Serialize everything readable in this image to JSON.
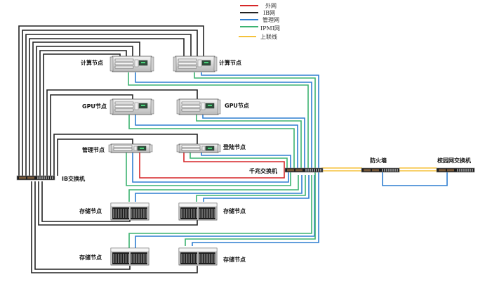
{
  "legend": {
    "items": [
      {
        "key": "external",
        "label": "外网",
        "color": "#d62728"
      },
      {
        "key": "ib",
        "label": "IB网",
        "color": "#222222"
      },
      {
        "key": "mgmt",
        "label": "管理网",
        "color": "#2f7fd1"
      },
      {
        "key": "ipmi",
        "label": "IPMI网",
        "color": "#3cb371"
      },
      {
        "key": "uplink",
        "label": "上联线",
        "color": "#f5c23c"
      }
    ]
  },
  "nodes": {
    "compute1": {
      "label": "计算节点",
      "type": "server-2u"
    },
    "compute2": {
      "label": "计算节点",
      "type": "server-2u"
    },
    "gpu1": {
      "label": "GPU节点",
      "type": "server-2u"
    },
    "gpu2": {
      "label": "GPU节点",
      "type": "server-2u"
    },
    "mgmt": {
      "label": "管理节点",
      "type": "server-1u"
    },
    "login": {
      "label": "登陆节点",
      "type": "server-1u"
    },
    "ib_switch": {
      "label": "IB交换机",
      "type": "switch"
    },
    "gigabit_switch": {
      "label": "千兆交换机",
      "type": "switch"
    },
    "firewall": {
      "label": "防火墙",
      "type": "switch"
    },
    "campus_switch": {
      "label": "校园网交换机",
      "type": "switch"
    },
    "storage1": {
      "label": "存储节点",
      "type": "storage"
    },
    "storage2": {
      "label": "存储节点",
      "type": "storage"
    },
    "storage3": {
      "label": "存储节点",
      "type": "storage"
    },
    "storage4": {
      "label": "存储节点",
      "type": "storage"
    }
  },
  "connections": [
    {
      "from": "compute1",
      "to": "ib_switch",
      "net": "ib",
      "count": 4
    },
    {
      "from": "compute2",
      "to": "ib_switch",
      "net": "ib",
      "count": 4
    },
    {
      "from": "gpu1",
      "to": "ib_switch",
      "net": "ib"
    },
    {
      "from": "gpu2",
      "to": "ib_switch",
      "net": "ib"
    },
    {
      "from": "mgmt",
      "to": "ib_switch",
      "net": "ib"
    },
    {
      "from": "login",
      "to": "ib_switch",
      "net": "ib"
    },
    {
      "from": "storage1",
      "to": "ib_switch",
      "net": "ib"
    },
    {
      "from": "storage2",
      "to": "ib_switch",
      "net": "ib"
    },
    {
      "from": "storage3",
      "to": "ib_switch",
      "net": "ib"
    },
    {
      "from": "storage4",
      "to": "ib_switch",
      "net": "ib"
    },
    {
      "from": "compute1",
      "to": "gigabit_switch",
      "net": "mgmt"
    },
    {
      "from": "compute1",
      "to": "gigabit_switch",
      "net": "ipmi"
    },
    {
      "from": "compute2",
      "to": "gigabit_switch",
      "net": "mgmt"
    },
    {
      "from": "compute2",
      "to": "gigabit_switch",
      "net": "ipmi"
    },
    {
      "from": "gpu1",
      "to": "gigabit_switch",
      "net": "mgmt"
    },
    {
      "from": "gpu1",
      "to": "gigabit_switch",
      "net": "ipmi"
    },
    {
      "from": "gpu2",
      "to": "gigabit_switch",
      "net": "mgmt"
    },
    {
      "from": "gpu2",
      "to": "gigabit_switch",
      "net": "ipmi"
    },
    {
      "from": "mgmt",
      "to": "gigabit_switch",
      "net": "mgmt"
    },
    {
      "from": "mgmt",
      "to": "gigabit_switch",
      "net": "ipmi"
    },
    {
      "from": "mgmt",
      "to": "gigabit_switch",
      "net": "external"
    },
    {
      "from": "login",
      "to": "gigabit_switch",
      "net": "mgmt"
    },
    {
      "from": "login",
      "to": "gigabit_switch",
      "net": "ipmi"
    },
    {
      "from": "login",
      "to": "gigabit_switch",
      "net": "external"
    },
    {
      "from": "storage1",
      "to": "gigabit_switch",
      "net": "mgmt"
    },
    {
      "from": "storage1",
      "to": "gigabit_switch",
      "net": "ipmi"
    },
    {
      "from": "storage2",
      "to": "gigabit_switch",
      "net": "mgmt"
    },
    {
      "from": "storage2",
      "to": "gigabit_switch",
      "net": "ipmi"
    },
    {
      "from": "storage3",
      "to": "gigabit_switch",
      "net": "mgmt"
    },
    {
      "from": "storage3",
      "to": "gigabit_switch",
      "net": "ipmi"
    },
    {
      "from": "storage4",
      "to": "gigabit_switch",
      "net": "mgmt"
    },
    {
      "from": "storage4",
      "to": "gigabit_switch",
      "net": "ipmi"
    },
    {
      "from": "gigabit_switch",
      "to": "firewall",
      "net": "uplink"
    },
    {
      "from": "firewall",
      "to": "campus_switch",
      "net": "uplink"
    },
    {
      "from": "firewall",
      "to": "campus_switch",
      "net": "mgmt"
    }
  ]
}
